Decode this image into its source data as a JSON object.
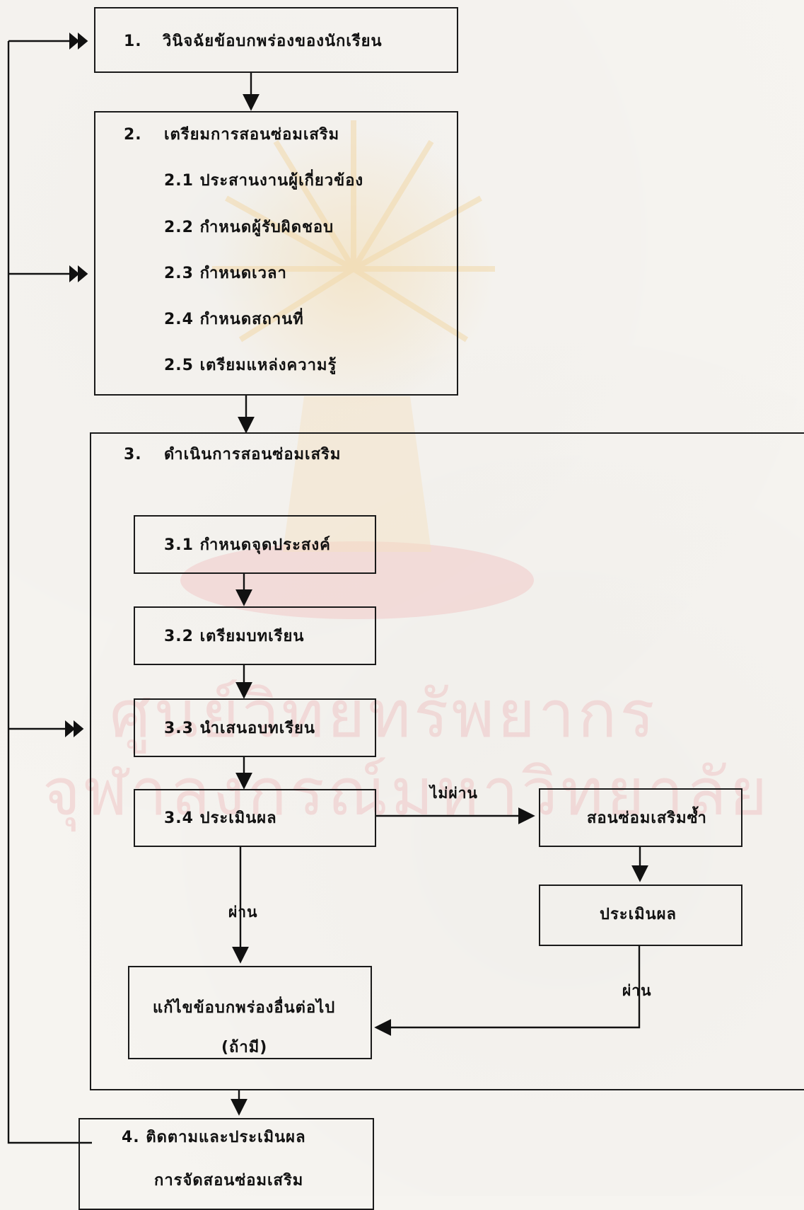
{
  "watermark": {
    "line1": "ศูนย์วิทยทรัพยากร",
    "line2": "จุฬาลงกรณ์มหาวิทยาลัย"
  },
  "step1": {
    "number": "1.",
    "label": "วินิจฉัยข้อบกพร่องของนักเรียน"
  },
  "step2": {
    "number": "2.",
    "label": "เตรียมการสอนซ่อมเสริม",
    "items": [
      "2.1 ประสานงานผู้เกี่ยวข้อง",
      "2.2 กำหนดผู้รับผิดชอบ",
      "2.3 กำหนดเวลา",
      "2.4 กำหนดสถานที่",
      "2.5 เตรียมแหล่งความรู้"
    ]
  },
  "step3": {
    "number": "3.",
    "label": "ดำเนินการสอนซ่อมเสริม",
    "sub1": "3.1 กำหนดจุดประสงค์",
    "sub2": "3.2 เตรียมบทเรียน",
    "sub3": "3.3 นำเสนอบทเรียน",
    "sub4": "3.4 ประเมินผล",
    "fail_label": "ไม่ผ่าน",
    "reteach": "สอนซ่อมเสริมซ้ำ",
    "reassess": "ประเมินผล",
    "pass_label_left": "ผ่าน",
    "pass_label_right": "ผ่าน",
    "next_line1": "แก้ไขข้อบกพร่องอื่นต่อไป",
    "next_line2": "(ถ้ามี)"
  },
  "step4": {
    "line1": "4. ติดตามและประเมินผล",
    "line2": "การจัดสอนซ่อมเสริม"
  }
}
